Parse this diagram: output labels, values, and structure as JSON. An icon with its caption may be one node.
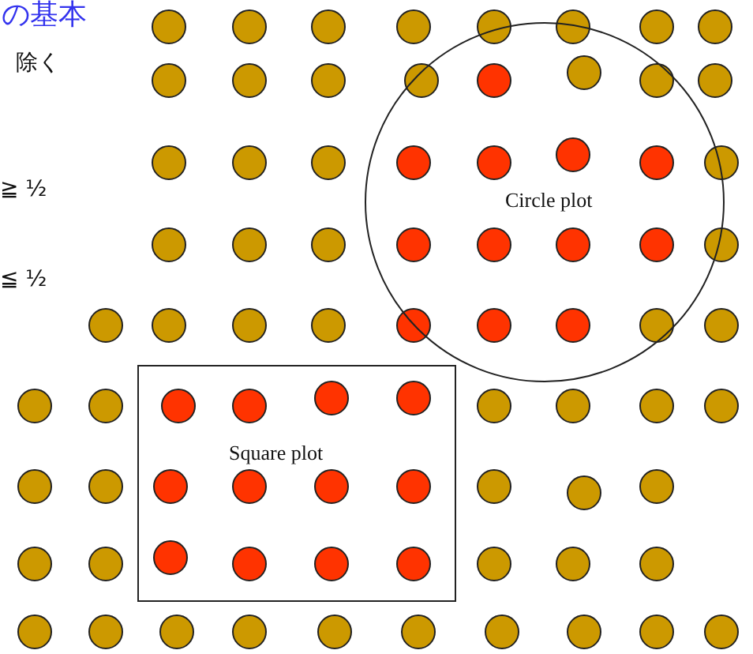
{
  "diagram": {
    "title": "の基本",
    "nodes": [
      {
        "text": [
          "Circle plot"
        ]
      },
      {
        "text": [
          "Square plot"
        ]
      }
    ],
    "labels": [
      "除く",
      "≧ ½",
      "≦ ½"
    ]
  }
}
